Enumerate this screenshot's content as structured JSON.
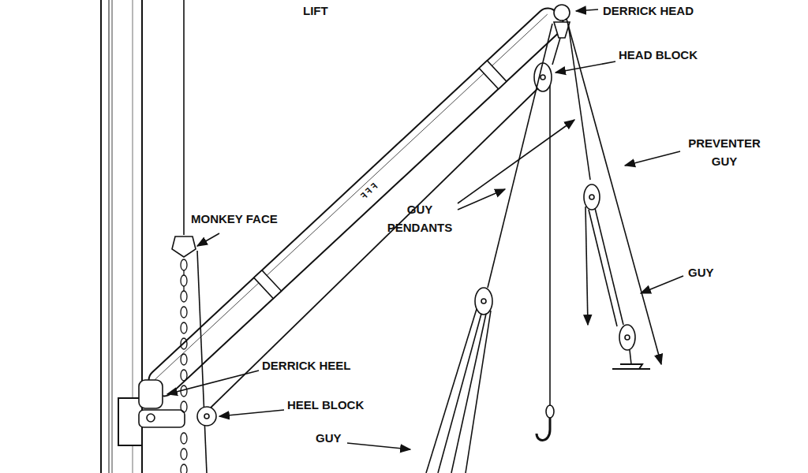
{
  "diagram": {
    "labels": [
      "LIFT",
      "DERRICK HEAD",
      "HEAD BLOCK",
      "PREVENTER GUY",
      "GUY PENDANTS",
      "GUY",
      "MONKEY FACE",
      "DERRICK HEEL",
      "HEEL BLOCK",
      "GUY"
    ]
  }
}
